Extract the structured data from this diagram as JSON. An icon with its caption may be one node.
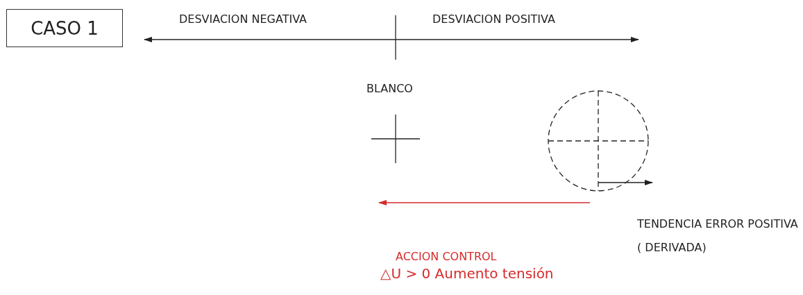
{
  "diagram": {
    "nodes": [
      {
        "text": [
          "CASO 1"
        ]
      }
    ],
    "labels": [
      "DESVIACION NEGATIVA",
      "DESVIACION POSITIVA",
      "BLANCO",
      "TENDENCIA ERROR POSITIVA ( DERIVADA)",
      "ACCION CONTROL",
      "△U > 0 Aumento tensión"
    ]
  }
}
